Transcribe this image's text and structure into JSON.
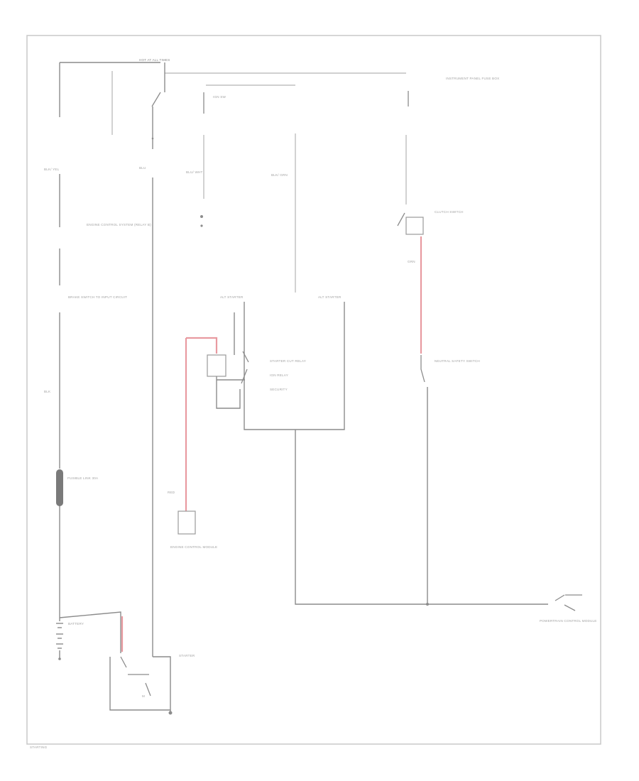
{
  "diagram": {
    "labels": {
      "top_fuse": "HOT AT ALL TIMES",
      "ignition_label": "IGN SW",
      "wire_left_top": "BLK/ YEL",
      "component_left_1": "ENGINE CONTROL SYSTEM (RELAY B)",
      "component_left_2": "BRAKE SWITCH TO INPUT CIRCUIT",
      "wire_left_mid": "BLK",
      "fusible_link": "FUSIBLE LINK 30A",
      "battery": "BATTERY",
      "starter": "STARTER",
      "starter_sub": "M",
      "wire_blu": "BLU",
      "wire_bu_wh": "BLU/ WHT",
      "center_top_a": "ALT STARTER",
      "center_top_b": "ALT STARTER",
      "center_mod_1": "STARTER CUT RELAY",
      "center_mod_2": "IGN RELAY",
      "center_mod_3": "SECURITY",
      "neutral_switch": "NEUTRAL SAFETY SWITCH",
      "clutch_switch": "CLUTCH SWITCH",
      "right_top": "INSTRUMENT PANEL FUSE BOX",
      "right_module": "ENGINE CONTROL MODULE",
      "wire_red": "RED",
      "wire_grn": "GRN",
      "wire_grn_b": "BLK/ GRN",
      "bottom_module": "POWERTRAIN CONTROL MODULE",
      "footnote": "STARTING"
    }
  },
  "colors": {
    "wire": "#8c8c8c",
    "wire_highlight": "#e89aa0",
    "frame": "#c8c8c8"
  }
}
